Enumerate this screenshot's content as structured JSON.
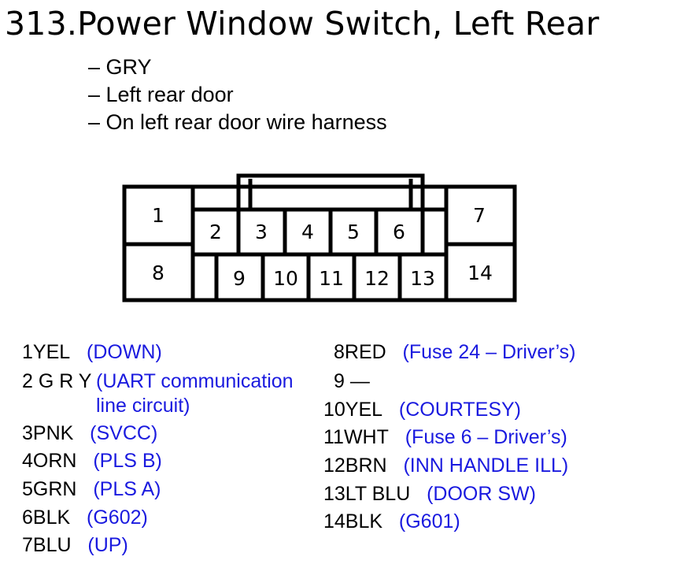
{
  "title": "313.Power Window Switch, Left Rear",
  "bullets": [
    "– GRY",
    "– Left rear door",
    "– On left rear door wire harness"
  ],
  "colors": {
    "description": "#1a1adf",
    "text": "#000000",
    "background": "#ffffff"
  },
  "connector": {
    "pins": [
      "1",
      "2",
      "3",
      "4",
      "5",
      "6",
      "7",
      "8",
      "9",
      "10",
      "11",
      "12",
      "13",
      "14"
    ]
  },
  "pins_left": [
    {
      "code": "1YEL",
      "desc": "(DOWN)"
    },
    {
      "code": "2 G R Y",
      "desc": "(UART communication line circuit)"
    },
    {
      "code": "3PNK",
      "desc": "(SVCC)"
    },
    {
      "code": "4ORN",
      "desc": "(PLS B)"
    },
    {
      "code": "5GRN",
      "desc": "(PLS A)"
    },
    {
      "code": "6BLK",
      "desc": "(G602)"
    },
    {
      "code": "7BLU",
      "desc": "(UP)"
    }
  ],
  "pins_right": [
    {
      "code": "8RED",
      "desc": "(Fuse 24 – Driver’s)"
    },
    {
      "code": "9 —",
      "desc": ""
    },
    {
      "code": "10YEL",
      "desc": "(COURTESY)"
    },
    {
      "code": "11WHT",
      "desc": "(Fuse 6 – Driver’s)"
    },
    {
      "code": "12BRN",
      "desc": "(INN HANDLE ILL)"
    },
    {
      "code": "13LT BLU",
      "desc": "(DOOR SW)"
    },
    {
      "code": "14BLK",
      "desc": "(G601)"
    }
  ]
}
